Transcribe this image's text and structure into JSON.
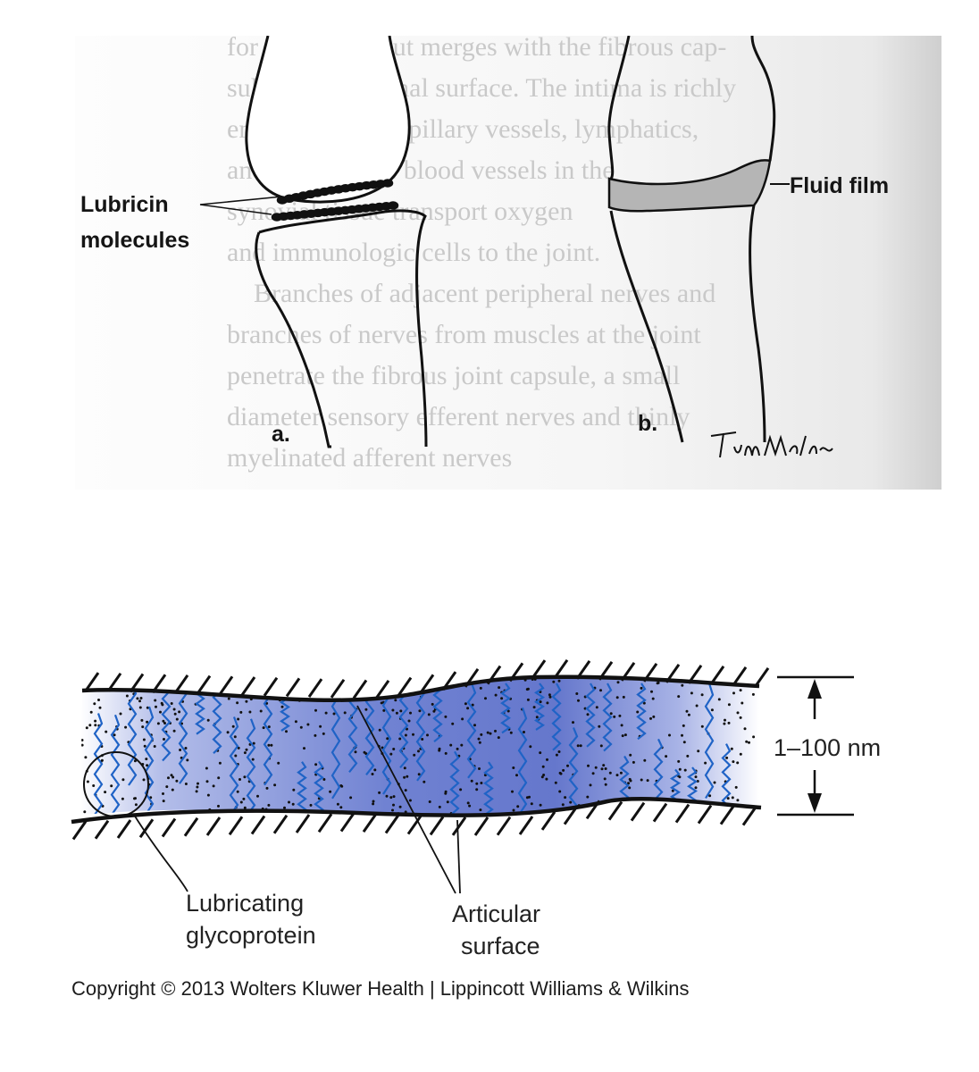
{
  "figure_a": {
    "panel_label": "a.",
    "lubricin_label_line1": "Lubricin",
    "lubricin_label_line2": "molecules"
  },
  "figure_b": {
    "panel_label": "b.",
    "fluid_film_label": "Fluid film",
    "signature": "Tim Malone"
  },
  "background_text_lines": [
    "for the intima but merges with the fibrous cap-",
    "sule on its external surface. The intima is richly",
    "endowed with capillary vessels, lymphatics,",
    "and nerves. The blood vessels in the",
    "synovial tissue transport oxygen",
    "and immunologic cells to the joint.",
    "Branches of adjacent peripheral nerves and",
    "branches of nerves from muscles at the joint",
    "penetrate the fibrous joint capsule, a small",
    "diameter sensory efferent nerves and thinly",
    "myelinated afferent nerves"
  ],
  "figure_2": {
    "thickness_label": "1–100 nm",
    "glycoprotein_label_line1": "Lubricating",
    "glycoprotein_label_line2": "glycoprotein",
    "surface_label_line1": "Articular",
    "surface_label_line2": "surface",
    "fluid_color": "#6f7fd0",
    "strand_color": "#1f63c6"
  },
  "copyright": "Copyright © 2013 Wolters Kluwer Health | Lippincott Williams & Wilkins"
}
